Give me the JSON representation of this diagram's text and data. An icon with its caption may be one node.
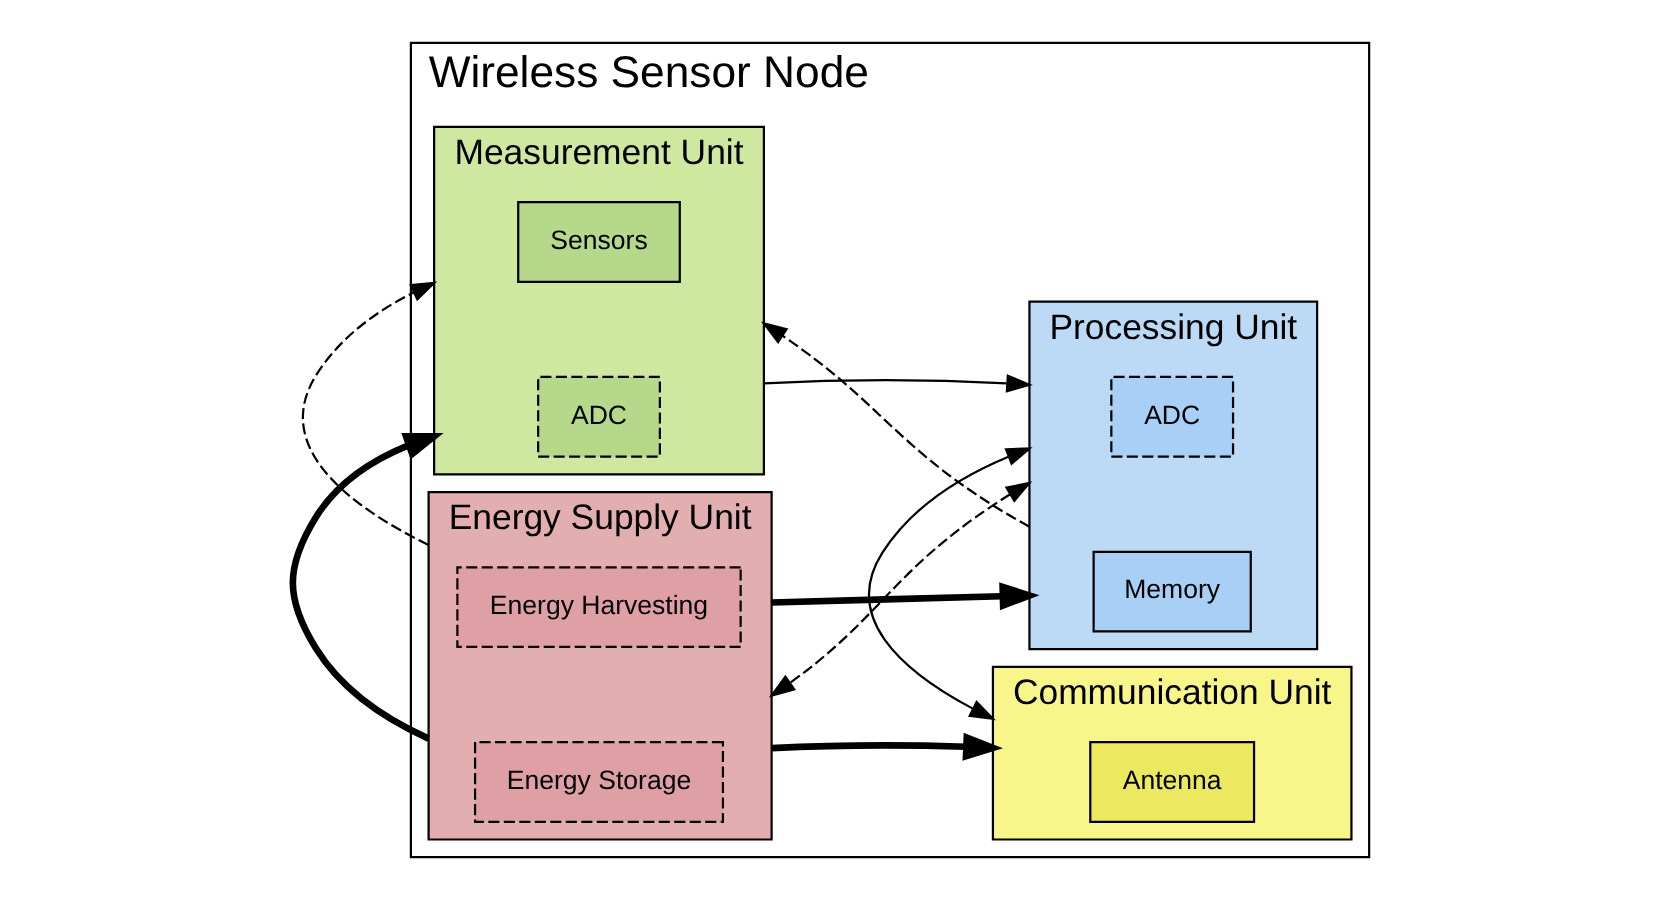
{
  "diagram": {
    "nodes": [
      {
        "text": [
          "Wireless Sensor Node"
        ]
      },
      {
        "text": [
          "Measurement Unit"
        ],
        "in": 0
      },
      {
        "text": [
          "Sensors"
        ],
        "in": 1
      },
      {
        "text": [
          "ADC"
        ],
        "in": 1
      },
      {
        "text": [
          "Processing Unit"
        ],
        "in": 0
      },
      {
        "text": [
          "ADC"
        ],
        "in": 4
      },
      {
        "text": [
          "Memory"
        ],
        "in": 4
      },
      {
        "text": [
          "Energy Supply Unit"
        ],
        "in": 0
      },
      {
        "text": [
          "Energy Harvesting"
        ],
        "in": 7
      },
      {
        "text": [
          "Energy Storage"
        ],
        "in": 7
      },
      {
        "text": [
          "Communication Unit"
        ],
        "in": 0
      },
      {
        "text": [
          "Antenna"
        ],
        "in": 10
      }
    ],
    "edges": [
      {
        "from": 1,
        "to": 4,
        "arrow": "to"
      },
      {
        "from": 4,
        "to": 1,
        "arrow": "to",
        "style": "dashed"
      },
      {
        "from": 7,
        "to": 1,
        "arrow": "to",
        "style": "dashed"
      },
      {
        "from": 7,
        "to": 1,
        "arrow": "to",
        "style": "thick"
      },
      {
        "from": 4,
        "to": 7,
        "arrow": "both",
        "style": "dashed"
      },
      {
        "from": 7,
        "to": 4,
        "arrow": "to",
        "style": "thick"
      },
      {
        "from": 4,
        "to": 10,
        "arrow": "both"
      },
      {
        "from": 7,
        "to": 10,
        "arrow": "to",
        "style": "thick"
      }
    ]
  }
}
